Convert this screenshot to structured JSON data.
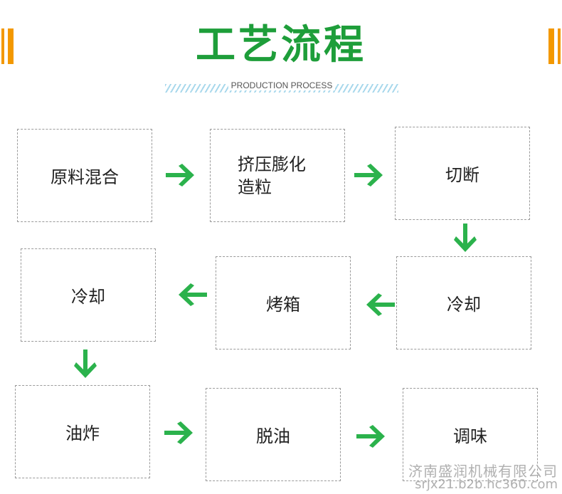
{
  "header": {
    "title": "工艺流程",
    "subtitle": "PRODUCTION PROCESS",
    "accent_color": "#f39800",
    "title_color": "#1e9e3a"
  },
  "steps": [
    "原料混合",
    "挤压膨化造粒",
    "切断",
    "冷却",
    "烤箱",
    "冷却",
    "油炸",
    "脱油",
    "调味"
  ],
  "arrow_color": "#2bb24c",
  "watermark": {
    "company": "济南盛润机械有限公司",
    "url": "srjx21.b2b.hc360.com"
  }
}
